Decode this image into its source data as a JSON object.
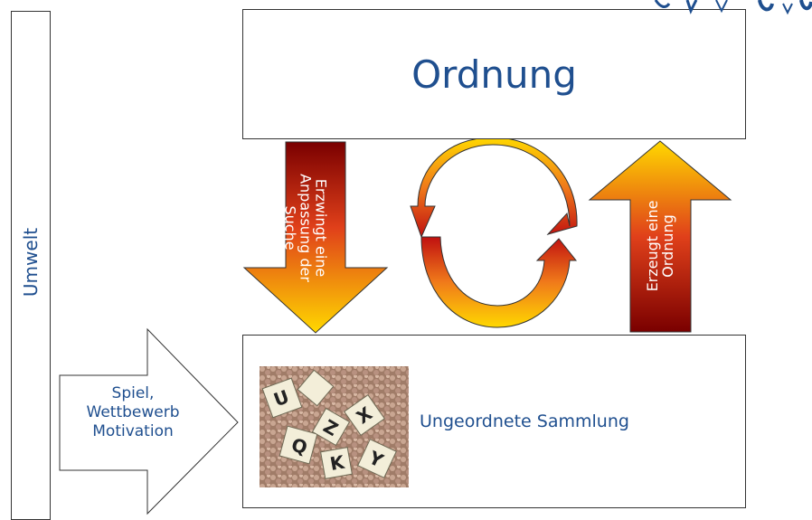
{
  "umwelt": {
    "label": "Umwelt"
  },
  "top_box": {
    "title": "Ordnung"
  },
  "bottom_box": {
    "label": "Ungeordnete Sammlung"
  },
  "left_arrow": {
    "lines": [
      "Spiel,",
      "Wettbewerb",
      "Motivation"
    ]
  },
  "down_arrow": {
    "lines": [
      "Erzwingt eine",
      "Anpassung der",
      "Suche"
    ]
  },
  "up_arrow": {
    "lines": [
      "Erzeugt eine",
      "Ordnung"
    ]
  },
  "colors": {
    "text_blue": "#1f4f8f",
    "arrow_dark_red": "#8b0000",
    "arrow_yellow": "#ffd800",
    "border": "#333333"
  }
}
